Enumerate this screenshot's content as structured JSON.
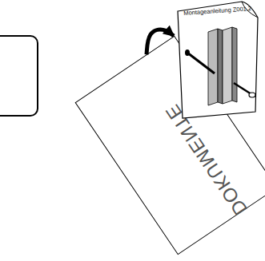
{
  "diagram": {
    "nodes": [
      {
        "text": [
          "DOKUMENTE"
        ]
      },
      {
        "text": [
          "Montageanleitung Z001.2"
        ]
      }
    ],
    "edges": [
      {
        "from": 0,
        "to": 1,
        "arrow": "to"
      }
    ]
  }
}
